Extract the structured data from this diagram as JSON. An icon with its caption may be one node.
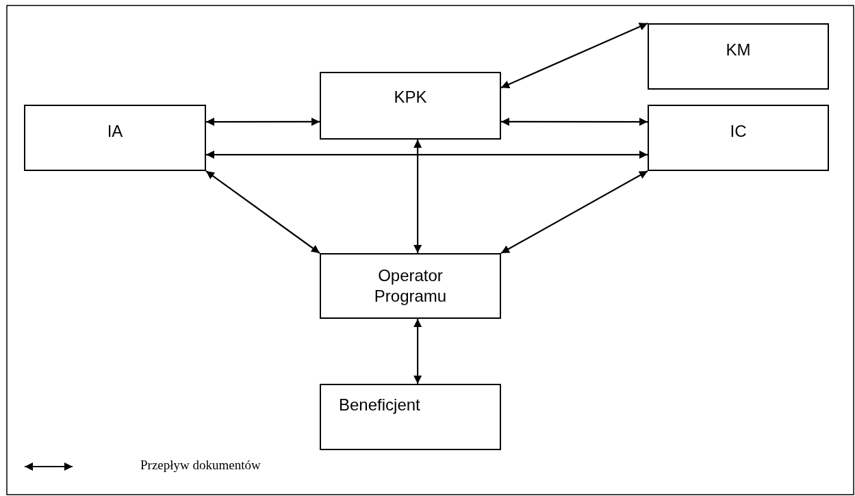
{
  "diagram": {
    "nodes": [
      {
        "text": [
          "KM"
        ]
      },
      {
        "text": [
          "KPK"
        ]
      },
      {
        "text": [
          "IA"
        ]
      },
      {
        "text": [
          "IC"
        ]
      },
      {
        "text": [
          "Operator Programu"
        ]
      },
      {
        "text": [
          "Beneficjent"
        ]
      }
    ],
    "edges": [
      {
        "from": 0,
        "to": 1,
        "arrow": "both"
      },
      {
        "from": 2,
        "to": 1,
        "arrow": "both"
      },
      {
        "from": 1,
        "to": 3,
        "arrow": "both"
      },
      {
        "from": 2,
        "to": 3,
        "arrow": "both"
      },
      {
        "from": 2,
        "to": 4,
        "arrow": "both"
      },
      {
        "from": 1,
        "to": 4,
        "arrow": "both"
      },
      {
        "from": 3,
        "to": 4,
        "arrow": "both"
      },
      {
        "from": 4,
        "to": 5,
        "arrow": "both"
      }
    ],
    "legend": [
      {
        "text": "Przepływ dokumentów"
      }
    ]
  }
}
